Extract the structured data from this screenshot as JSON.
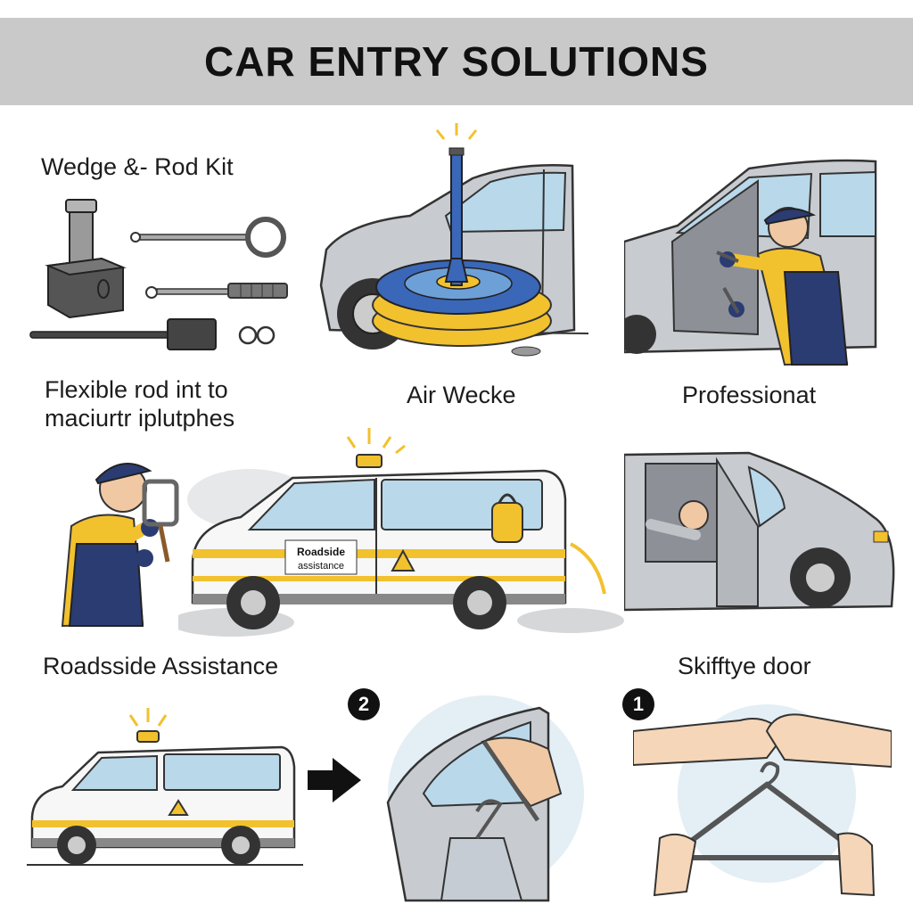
{
  "header": {
    "title": "CAR ENTRY SOLUTIONS"
  },
  "captions": {
    "wedge_rod_kit": "Wedge &- Rod Kit",
    "flexible_rod_line1": "Flexible rod int to",
    "flexible_rod_line2": "maciurtr iplutphes",
    "air_wedge": "Air Wecke",
    "professional": "Professionat",
    "roadside_assistance": "Roadsside Assistance",
    "skifftye_door": "Skifftye door"
  },
  "van_decal": {
    "line1": "Roadside",
    "line2": "assistance"
  },
  "steps": {
    "step_two": "2",
    "step_one": "1"
  },
  "colors": {
    "banner": "#c9c9c9",
    "accent_yellow": "#f2c12e",
    "uniform_navy": "#2b3c73",
    "car_silver": "#c8cbcf",
    "glass_blue": "#b9d8ea"
  },
  "icons": [
    "wedge-block-icon",
    "lockout-rod-icon",
    "air-wedge-icon",
    "beacon-light-icon",
    "arrow-right-icon",
    "coat-hanger-icon"
  ]
}
